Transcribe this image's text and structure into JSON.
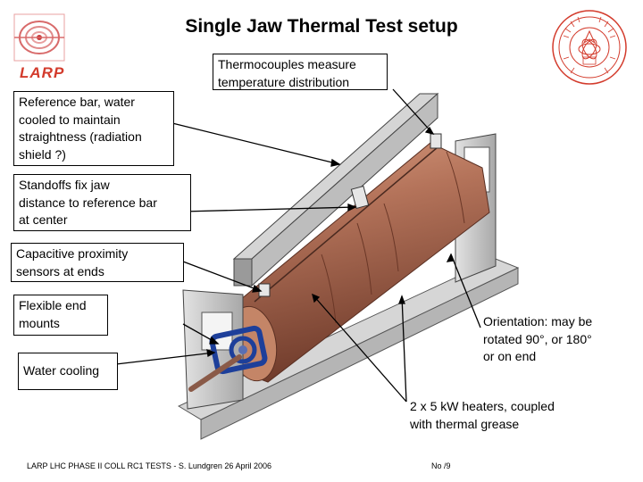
{
  "title": "Single Jaw Thermal Test setup",
  "logo_text": "LARP",
  "callouts": {
    "thermocouples": [
      "Thermocouples measure",
      "temperature distribution"
    ],
    "reference_bar": [
      "Reference bar, water",
      "cooled to maintain",
      "straightness (radiation",
      "shield ?)"
    ],
    "standoffs": [
      "Standoffs fix jaw",
      "distance to reference bar",
      "at center"
    ],
    "capacitive": [
      "Capacitive proximity",
      "sensors at ends"
    ],
    "flexible": [
      "Flexible end",
      "mounts"
    ],
    "water": "Water cooling",
    "orientation": [
      "Orientation: may be",
      "rotated 90°, or 180°",
      "or on end"
    ],
    "heaters": [
      "2 x 5 kW heaters, coupled",
      "with thermal grease"
    ]
  },
  "footer": {
    "left": "LARP LHC PHASE II COLL RC1 TESTS  -  S. Lundgren 26 April 2006",
    "right": "No /9"
  },
  "colors": {
    "copper": "#b4735a",
    "copper_dark": "#7a4634",
    "steel": "#c9c9c9",
    "steel_dark": "#8e8e8e",
    "blue": "#1d3f9a",
    "logo_red": "#d33b2c"
  }
}
